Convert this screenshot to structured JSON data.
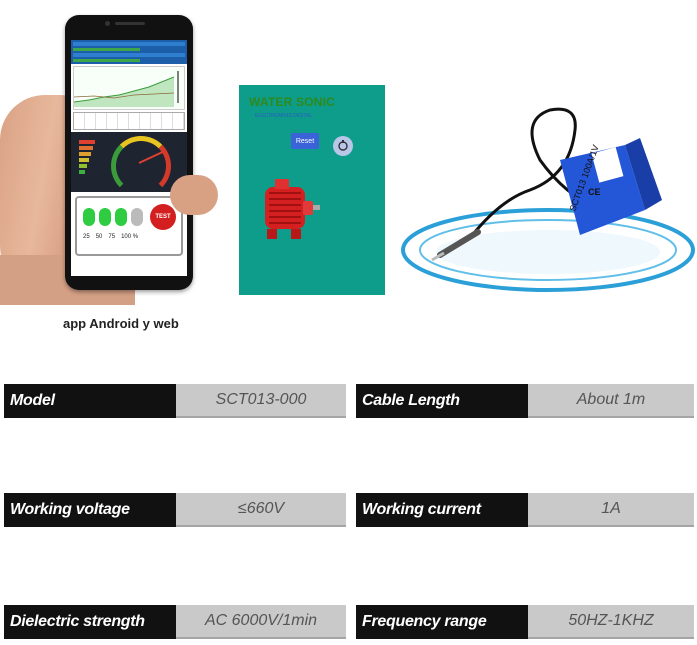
{
  "phone_caption": "app Android y web",
  "phone_screen": {
    "level_labels": [
      "25",
      "50",
      "75",
      "100 %"
    ],
    "test_button": "TEST"
  },
  "app_panel": {
    "title": "WATER SONIC",
    "subtitle": "ELECTRONIVIS DIGITAL",
    "reset_label": "Reset",
    "background": "#0e9c8b"
  },
  "specs": {
    "model": {
      "label": "Model",
      "value": "SCT013-000"
    },
    "cable_length": {
      "label": "Cable Length",
      "value": "About 1m"
    },
    "working_voltage": {
      "label": "Working voltage",
      "value": "≤660V"
    },
    "working_current": {
      "label": "Working current",
      "value": "1A"
    },
    "dielectric_strength": {
      "label": "Dielectric strength",
      "value": "AC 6000V/1min"
    },
    "frequency_range": {
      "label": "Frequency range",
      "value": "50HZ-1KHZ"
    }
  },
  "sensor": {
    "body_text": "SCT013 100A/1V",
    "mark": "CE"
  }
}
